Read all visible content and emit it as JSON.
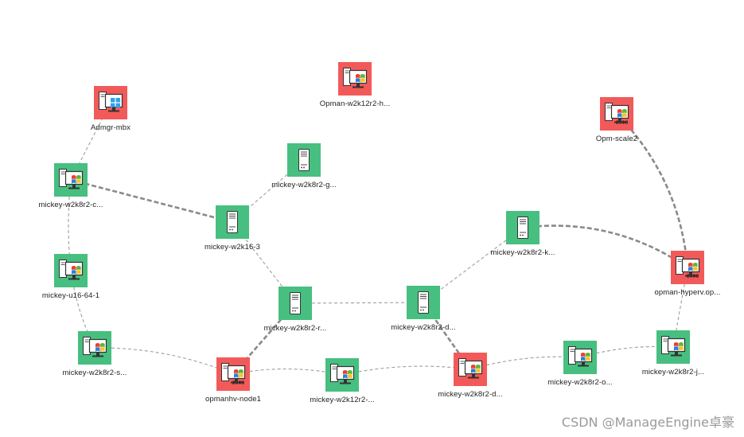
{
  "nodes": [
    {
      "id": "admgr",
      "label": "Admgr-mbx",
      "status": "down",
      "icon": "windows-desktop-icon"
    },
    {
      "id": "opman_w2k12",
      "label": "Opman-w2k12r2-h...",
      "status": "down",
      "icon": "windows-xp-desktop-icon"
    },
    {
      "id": "opm_scale2",
      "label": "Opm-scale2",
      "status": "down",
      "icon": "windows-2008-desktop-icon",
      "badge": "2008"
    },
    {
      "id": "w2k8r2_c",
      "label": "mickey-w2k8r2-c...",
      "status": "ok",
      "icon": "windows-xp-desktop-icon"
    },
    {
      "id": "w2k8r2_g",
      "label": "mickey-w2k8r2-g...",
      "status": "ok",
      "icon": "server-tower-icon"
    },
    {
      "id": "w2k16_3",
      "label": "mickey-w2k16-3",
      "status": "ok",
      "icon": "server-tower-icon"
    },
    {
      "id": "w2k8r2_k",
      "label": "mickey-w2k8r2-k...",
      "status": "ok",
      "icon": "server-tower-icon"
    },
    {
      "id": "opman_hyperv",
      "label": "opman-hyperv.op...",
      "status": "down",
      "icon": "windows-2008-desktop-icon",
      "badge": "2008"
    },
    {
      "id": "u16_64_1",
      "label": "mickey-u16-64-1",
      "status": "ok",
      "icon": "windows-xp-desktop-icon"
    },
    {
      "id": "w2k8r2_r",
      "label": "mickey-w2k8r2-r...",
      "status": "ok",
      "icon": "server-tower-icon"
    },
    {
      "id": "w2k8r2_d1",
      "label": "mickey-w2k8r2-d...",
      "status": "ok",
      "icon": "server-tower-icon"
    },
    {
      "id": "w2k8r2_s",
      "label": "mickey-w2k8r2-s...",
      "status": "ok",
      "icon": "windows-xp-desktop-icon"
    },
    {
      "id": "opmanhv_node1",
      "label": "opmanhv-node1",
      "status": "down",
      "icon": "windows-2008-desktop-icon",
      "badge": "2008"
    },
    {
      "id": "w2k12r2",
      "label": "mickey-w2k12r2-...",
      "status": "ok",
      "icon": "windows-xp-desktop-icon"
    },
    {
      "id": "w2k8r2_d2",
      "label": "mickey-w2k8r2-d...",
      "status": "down",
      "icon": "windows-xp-desktop-icon"
    },
    {
      "id": "w2k8r2_o",
      "label": "mickey-w2k8r2-o...",
      "status": "ok",
      "icon": "windows-xp-desktop-icon"
    },
    {
      "id": "w2k8r2_j",
      "label": "mickey-w2k8r2-j...",
      "status": "ok",
      "icon": "windows-xp-desktop-icon"
    }
  ],
  "links": [
    {
      "from": "admgr",
      "to": "w2k8r2_c",
      "style": "thin"
    },
    {
      "from": "w2k8r2_c",
      "to": "w2k16_3",
      "style": "thick"
    },
    {
      "from": "w2k8r2_c",
      "to": "u16_64_1",
      "style": "thin"
    },
    {
      "from": "u16_64_1",
      "to": "w2k8r2_s",
      "style": "thin"
    },
    {
      "from": "w2k8r2_g",
      "to": "w2k16_3",
      "style": "thin"
    },
    {
      "from": "w2k16_3",
      "to": "w2k8r2_r",
      "style": "thin"
    },
    {
      "from": "w2k8r2_r",
      "to": "w2k8r2_d1",
      "style": "thin"
    },
    {
      "from": "w2k8r2_r",
      "to": "opmanhv_node1",
      "style": "thick"
    },
    {
      "from": "w2k8r2_d1",
      "to": "w2k8r2_k",
      "style": "thin"
    },
    {
      "from": "w2k8r2_d1",
      "to": "w2k8r2_d2",
      "style": "thick"
    },
    {
      "from": "w2k8r2_k",
      "to": "opman_hyperv",
      "style": "thick"
    },
    {
      "from": "opm_scale2",
      "to": "opman_hyperv",
      "style": "thick"
    },
    {
      "from": "opman_hyperv",
      "to": "w2k8r2_j",
      "style": "thin"
    },
    {
      "from": "w2k8r2_s",
      "to": "opmanhv_node1",
      "style": "thin"
    },
    {
      "from": "opmanhv_node1",
      "to": "w2k12r2",
      "style": "thin"
    },
    {
      "from": "w2k12r2",
      "to": "w2k8r2_d2",
      "style": "thin"
    },
    {
      "from": "w2k8r2_d2",
      "to": "w2k8r2_o",
      "style": "thin"
    },
    {
      "from": "w2k8r2_o",
      "to": "w2k8r2_j",
      "style": "thin"
    }
  ],
  "colors": {
    "ok": "#47bf80",
    "down": "#f25a5a",
    "link": "#8a8a8a",
    "link_thin": "#9e9e9e"
  },
  "watermark": "CSDN @ManageEngine卓豪"
}
